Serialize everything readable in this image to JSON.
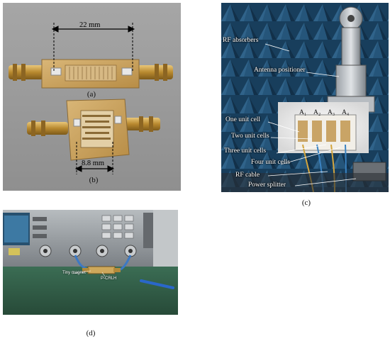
{
  "panel_a": {
    "caption": "(a)",
    "dimension_label": "22 mm"
  },
  "panel_b": {
    "caption": "(b)",
    "dimension_label": "8.8 mm"
  },
  "panel_c": {
    "caption": "(c)",
    "labels": {
      "rf_absorbers": "RF absorbers",
      "antenna_positioner": "Antenna positioner",
      "one_unit_cell": "One unit cell",
      "two_unit_cells": "Two unit cells",
      "three_unit_cells": "Three unit cells",
      "four_unit_cells": "Four unit cells",
      "rf_cable": "RF  cable",
      "power_splitter": "Power splitter"
    },
    "antenna_labels": [
      "A₁",
      "A₂",
      "A₃",
      "A₄"
    ]
  },
  "panel_d": {
    "caption": "(d)",
    "labels": {
      "tiny_magnet": "Tiny magnet",
      "p_crlh": "P-CRLH"
    }
  },
  "colors": {
    "absorber_blue": "#1d4a6e",
    "board_gold": "#c49a52",
    "connector_gold": "#caa04a",
    "photo_grey_bg": "#9c9c9c",
    "instrument_grey": "#8d9296"
  }
}
